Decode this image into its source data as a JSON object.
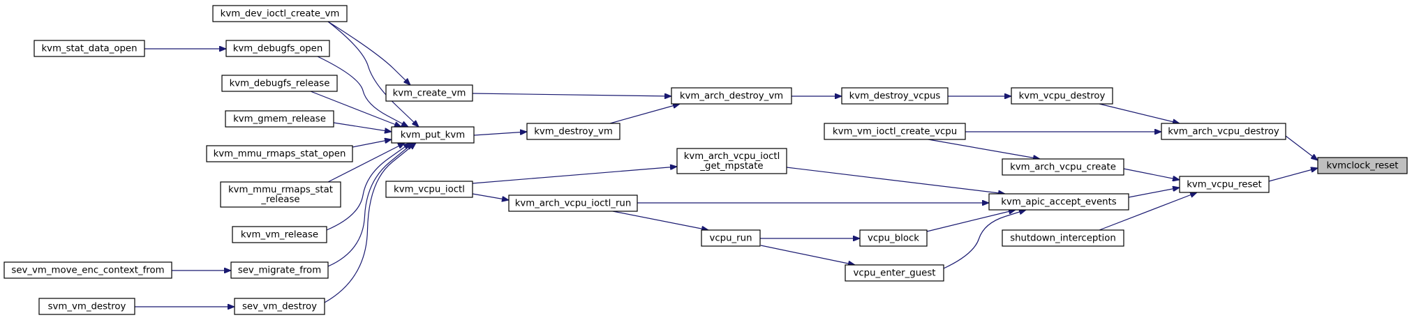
{
  "diagram": {
    "nodes": [
      {
        "id": "kvmclock_reset",
        "lines": [
          "kvmclock_reset"
        ],
        "highlight": true
      },
      {
        "id": "kvm_arch_vcpu_destroy",
        "lines": [
          "kvm_arch_vcpu_destroy"
        ]
      },
      {
        "id": "kvm_vcpu_reset",
        "lines": [
          "kvm_vcpu_reset"
        ]
      },
      {
        "id": "kvm_vcpu_destroy",
        "lines": [
          "kvm_vcpu_destroy"
        ]
      },
      {
        "id": "kvm_vm_ioctl_create_vcpu",
        "lines": [
          "kvm_vm_ioctl_create_vcpu"
        ]
      },
      {
        "id": "kvm_destroy_vcpus",
        "lines": [
          "kvm_destroy_vcpus"
        ]
      },
      {
        "id": "kvm_arch_destroy_vm",
        "lines": [
          "kvm_arch_destroy_vm"
        ]
      },
      {
        "id": "kvm_create_vm",
        "lines": [
          "kvm_create_vm"
        ]
      },
      {
        "id": "kvm_destroy_vm",
        "lines": [
          "kvm_destroy_vm"
        ]
      },
      {
        "id": "kvm_put_kvm",
        "lines": [
          "kvm_put_kvm"
        ]
      },
      {
        "id": "kvm_dev_ioctl_create_vm",
        "lines": [
          "kvm_dev_ioctl_create_vm"
        ]
      },
      {
        "id": "kvm_debugfs_open",
        "lines": [
          "kvm_debugfs_open"
        ]
      },
      {
        "id": "kvm_stat_data_open",
        "lines": [
          "kvm_stat_data_open"
        ]
      },
      {
        "id": "kvm_debugfs_release",
        "lines": [
          "kvm_debugfs_release"
        ]
      },
      {
        "id": "kvm_gmem_release",
        "lines": [
          "kvm_gmem_release"
        ]
      },
      {
        "id": "kvm_mmu_rmaps_stat_open",
        "lines": [
          "kvm_mmu_rmaps_stat_open"
        ]
      },
      {
        "id": "kvm_mmu_rmaps_stat_release",
        "lines": [
          "kvm_mmu_rmaps_stat",
          "_release"
        ]
      },
      {
        "id": "kvm_vm_release",
        "lines": [
          "kvm_vm_release"
        ]
      },
      {
        "id": "sev_migrate_from",
        "lines": [
          "sev_migrate_from"
        ]
      },
      {
        "id": "sev_vm_move_enc_context_from",
        "lines": [
          "sev_vm_move_enc_context_from"
        ]
      },
      {
        "id": "sev_vm_destroy",
        "lines": [
          "sev_vm_destroy"
        ]
      },
      {
        "id": "svm_vm_destroy",
        "lines": [
          "svm_vm_destroy"
        ]
      },
      {
        "id": "kvm_arch_vcpu_create",
        "lines": [
          "kvm_arch_vcpu_create"
        ]
      },
      {
        "id": "kvm_apic_accept_events",
        "lines": [
          "kvm_apic_accept_events"
        ]
      },
      {
        "id": "shutdown_interception",
        "lines": [
          "shutdown_interception"
        ]
      },
      {
        "id": "kvm_arch_vcpu_ioctl_get_mpstate",
        "lines": [
          "kvm_arch_vcpu_ioctl",
          "_get_mpstate"
        ]
      },
      {
        "id": "kvm_vcpu_ioctl",
        "lines": [
          "kvm_vcpu_ioctl"
        ]
      },
      {
        "id": "kvm_arch_vcpu_ioctl_run",
        "lines": [
          "kvm_arch_vcpu_ioctl_run"
        ]
      },
      {
        "id": "vcpu_block",
        "lines": [
          "vcpu_block"
        ]
      },
      {
        "id": "vcpu_run",
        "lines": [
          "vcpu_run"
        ]
      },
      {
        "id": "vcpu_enter_guest",
        "lines": [
          "vcpu_enter_guest"
        ]
      }
    ],
    "edges": [
      {
        "from": "kvm_arch_vcpu_destroy",
        "to": "kvmclock_reset"
      },
      {
        "from": "kvm_vcpu_reset",
        "to": "kvmclock_reset"
      },
      {
        "from": "kvm_vcpu_destroy",
        "to": "kvm_arch_vcpu_destroy"
      },
      {
        "from": "kvm_vm_ioctl_create_vcpu",
        "to": "kvm_arch_vcpu_destroy"
      },
      {
        "from": "kvm_destroy_vcpus",
        "to": "kvm_vcpu_destroy"
      },
      {
        "from": "kvm_arch_destroy_vm",
        "to": "kvm_destroy_vcpus"
      },
      {
        "from": "kvm_create_vm",
        "to": "kvm_arch_destroy_vm"
      },
      {
        "from": "kvm_destroy_vm",
        "to": "kvm_arch_destroy_vm"
      },
      {
        "from": "kvm_dev_ioctl_create_vm",
        "to": "kvm_create_vm"
      },
      {
        "from": "kvm_put_kvm",
        "to": "kvm_destroy_vm"
      },
      {
        "from": "kvm_dev_ioctl_create_vm",
        "to": "kvm_put_kvm"
      },
      {
        "from": "kvm_debugfs_open",
        "to": "kvm_put_kvm"
      },
      {
        "from": "kvm_stat_data_open",
        "to": "kvm_debugfs_open"
      },
      {
        "from": "kvm_debugfs_release",
        "to": "kvm_put_kvm"
      },
      {
        "from": "kvm_gmem_release",
        "to": "kvm_put_kvm"
      },
      {
        "from": "kvm_mmu_rmaps_stat_open",
        "to": "kvm_put_kvm"
      },
      {
        "from": "kvm_mmu_rmaps_stat_release",
        "to": "kvm_put_kvm"
      },
      {
        "from": "kvm_vm_release",
        "to": "kvm_put_kvm"
      },
      {
        "from": "sev_migrate_from",
        "to": "kvm_put_kvm"
      },
      {
        "from": "sev_vm_move_enc_context_from",
        "to": "sev_migrate_from"
      },
      {
        "from": "sev_vm_destroy",
        "to": "kvm_put_kvm"
      },
      {
        "from": "svm_vm_destroy",
        "to": "sev_vm_destroy"
      },
      {
        "from": "kvm_vm_ioctl_create_vcpu",
        "to": "kvm_arch_vcpu_create"
      },
      {
        "from": "kvm_arch_vcpu_create",
        "to": "kvm_vcpu_reset"
      },
      {
        "from": "kvm_apic_accept_events",
        "to": "kvm_vcpu_reset"
      },
      {
        "from": "shutdown_interception",
        "to": "kvm_vcpu_reset"
      },
      {
        "from": "kvm_arch_vcpu_ioctl_get_mpstate",
        "to": "kvm_apic_accept_events"
      },
      {
        "from": "kvm_vcpu_ioctl",
        "to": "kvm_arch_vcpu_ioctl_get_mpstate"
      },
      {
        "from": "kvm_arch_vcpu_ioctl_run",
        "to": "kvm_apic_accept_events"
      },
      {
        "from": "kvm_vcpu_ioctl",
        "to": "kvm_arch_vcpu_ioctl_run"
      },
      {
        "from": "vcpu_block",
        "to": "kvm_apic_accept_events"
      },
      {
        "from": "vcpu_enter_guest",
        "to": "kvm_apic_accept_events"
      },
      {
        "from": "kvm_arch_vcpu_ioctl_run",
        "to": "vcpu_run"
      },
      {
        "from": "vcpu_run",
        "to": "vcpu_block"
      },
      {
        "from": "vcpu_run",
        "to": "vcpu_enter_guest"
      }
    ]
  }
}
